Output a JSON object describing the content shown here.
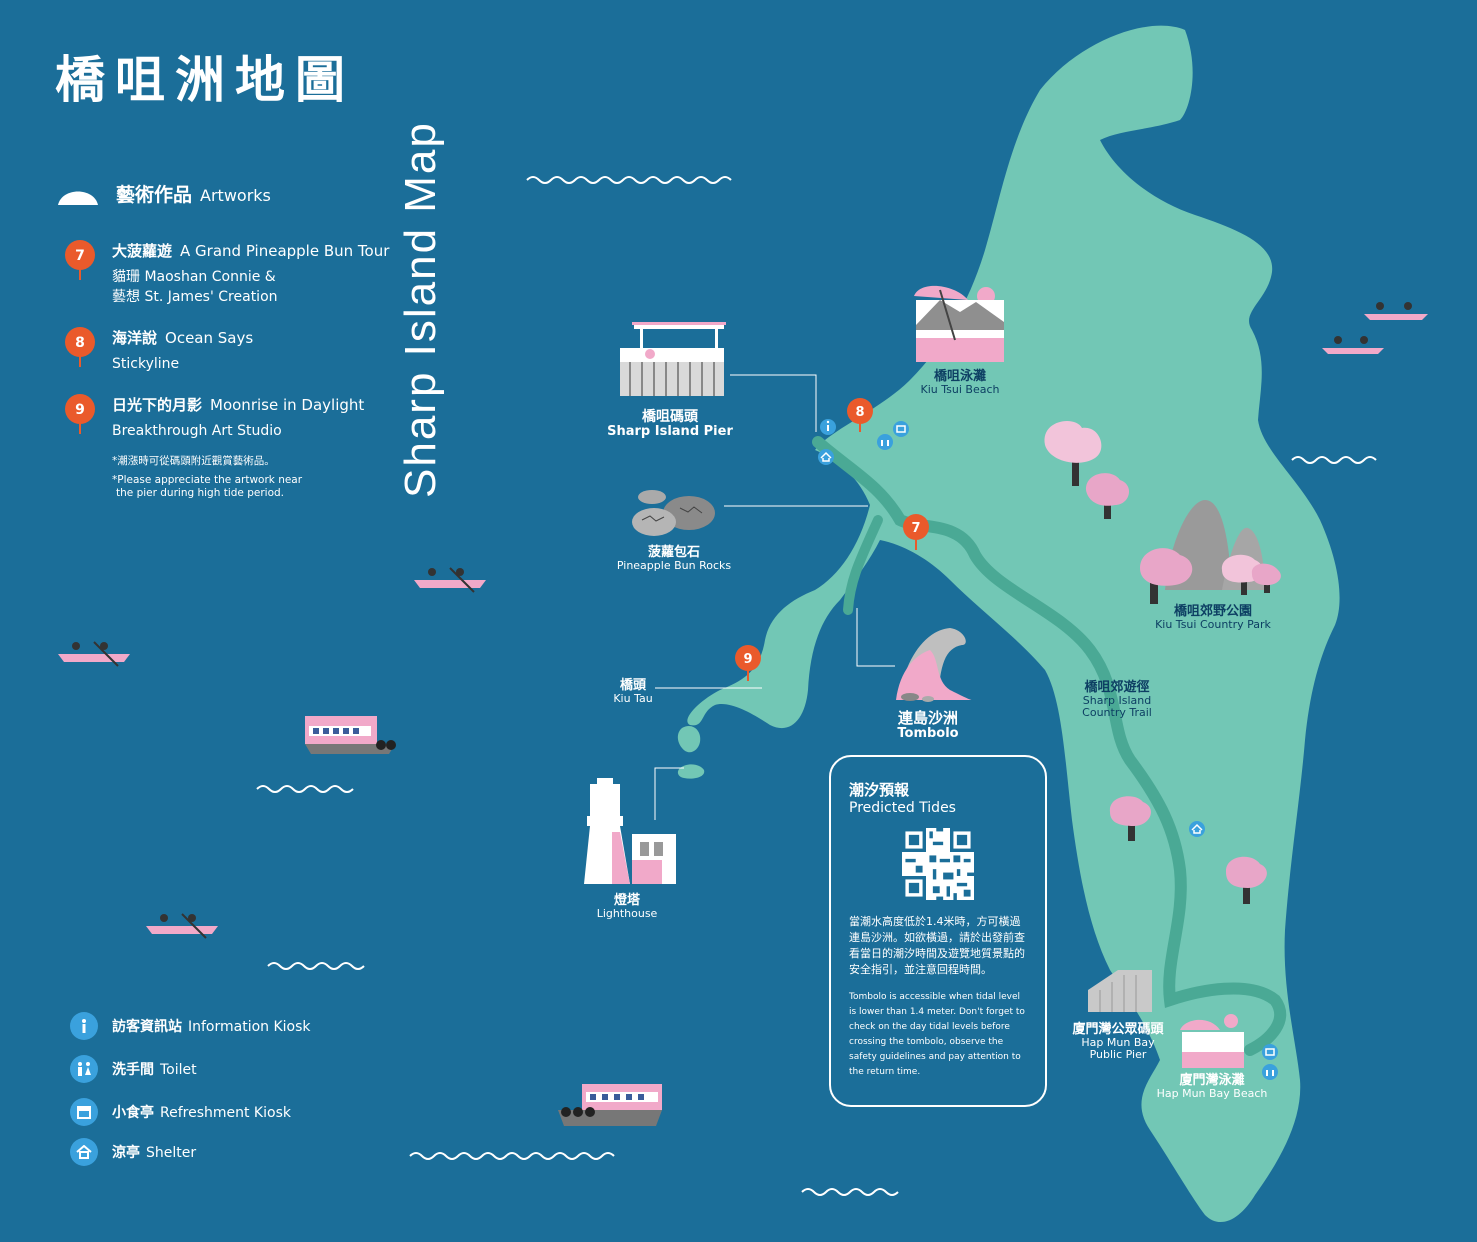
{
  "title_zh": "橋咀洲地圖",
  "title_en": "Sharp Island Map",
  "colors": {
    "sea": "#1b6e99",
    "land": "#72c7b5",
    "trail": "#4aa995",
    "pink": "#e8a6c8",
    "orange": "#ea5a2b",
    "info_blue": "#3aa1dd",
    "dark_text": "#0d3f63"
  },
  "legend": {
    "artworks": {
      "zh": "藝術作品",
      "en": "Artworks",
      "icon": "mound-icon"
    },
    "items": [
      {
        "num": "7",
        "zh": "大菠蘿遊",
        "en": "A Grand Pineapple Bun Tour",
        "artist_line1": "貓珊 Maoshan Connie &",
        "artist_line2": "藝想 St. James' Creation"
      },
      {
        "num": "8",
        "zh": "海洋說",
        "en": "Ocean Says",
        "artist_line1": "Stickyline",
        "artist_line2": ""
      },
      {
        "num": "9",
        "zh": "日光下的月影",
        "en": "Moonrise in Daylight",
        "artist_line1": "Breakthrough Art Studio",
        "artist_line2": ""
      }
    ],
    "note_zh": "*潮漲時可從碼頭附近觀賞藝術品。",
    "note_en1": "*Please appreciate the artwork near",
    "note_en2": "the pier during high tide period."
  },
  "facilities": [
    {
      "zh": "訪客資訊站",
      "en": "Information Kiosk",
      "icon": "info-icon"
    },
    {
      "zh": "洗手間",
      "en": "Toilet",
      "icon": "toilet-icon"
    },
    {
      "zh": "小食亭",
      "en": "Refreshment Kiosk",
      "icon": "kiosk-icon"
    },
    {
      "zh": "涼亭",
      "en": "Shelter",
      "icon": "shelter-icon"
    }
  ],
  "places": {
    "beach": {
      "zh": "橋咀泳灘",
      "en": "Kiu Tsui Beach"
    },
    "pier": {
      "zh": "橋咀碼頭",
      "en": "Sharp Island Pier"
    },
    "rocks": {
      "zh": "菠蘿包石",
      "en": "Pineapple Bun Rocks"
    },
    "park": {
      "zh": "橋咀郊野公園",
      "en": "Kiu Tsui Country Park"
    },
    "kiutau": {
      "zh": "橋頭",
      "en": "Kiu Tau"
    },
    "tombolo": {
      "zh": "連島沙洲",
      "en": "Tombolo"
    },
    "trail": {
      "zh": "橋咀郊遊徑",
      "en1": "Sharp Island",
      "en2": "Country Trail"
    },
    "lighthouse": {
      "zh": "燈塔",
      "en": "Lighthouse"
    },
    "hmb_pier": {
      "zh": "廈門灣公眾碼頭",
      "en1": "Hap Mun Bay",
      "en2": "Public Pier"
    },
    "hmb_beach": {
      "zh": "廈門灣泳灘",
      "en": "Hap Mun Bay Beach"
    }
  },
  "tides": {
    "title_zh": "潮汐預報",
    "title_en": "Predicted Tides",
    "zh_text": "當潮水高度低於1.4米時，方可橫過連島沙洲。如欲橫過，請於出發前查看當日的潮汐時間及遊覽地質景點的安全指引，並注意回程時間。",
    "en_text": "Tombolo is accessible when tidal level is lower than 1.4 meter. Don't forget to check on the day tidal levels before crossing the tombolo, observe the safety guidelines and pay attention to the return time."
  }
}
